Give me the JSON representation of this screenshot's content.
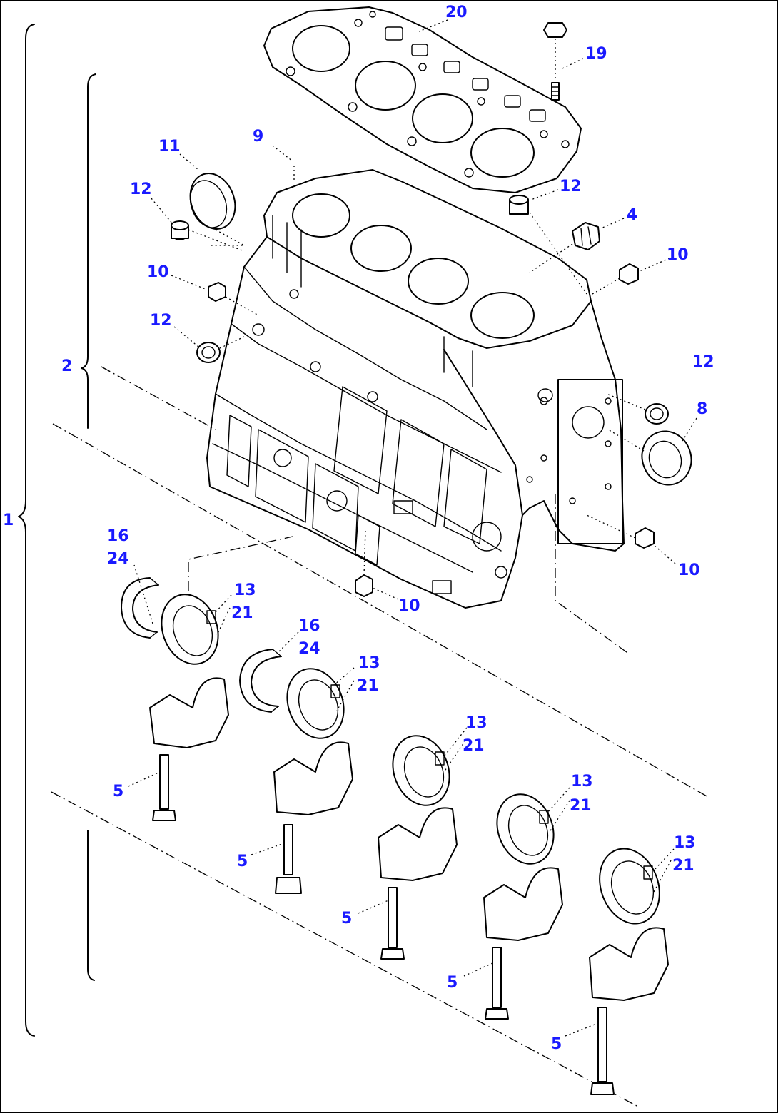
{
  "colors": {
    "callout": "#1a1aff",
    "line": "#000000",
    "background": "#ffffff"
  },
  "callouts": [
    {
      "id": "c20",
      "text": "20"
    },
    {
      "id": "c19",
      "text": "19"
    },
    {
      "id": "c9",
      "text": "9"
    },
    {
      "id": "c11",
      "text": "11"
    },
    {
      "id": "c12a",
      "text": "12"
    },
    {
      "id": "c12b",
      "text": "12"
    },
    {
      "id": "c4",
      "text": "4"
    },
    {
      "id": "c10a",
      "text": "10"
    },
    {
      "id": "c10b",
      "text": "10"
    },
    {
      "id": "c12c",
      "text": "12"
    },
    {
      "id": "c2",
      "text": "2"
    },
    {
      "id": "c12d",
      "text": "12"
    },
    {
      "id": "c8",
      "text": "8"
    },
    {
      "id": "c1",
      "text": "1"
    },
    {
      "id": "c16a",
      "text": "16"
    },
    {
      "id": "c24a",
      "text": "24"
    },
    {
      "id": "c13a",
      "text": "13"
    },
    {
      "id": "c21a",
      "text": "21"
    },
    {
      "id": "c10c",
      "text": "10"
    },
    {
      "id": "c10d",
      "text": "10"
    },
    {
      "id": "c16b",
      "text": "16"
    },
    {
      "id": "c24b",
      "text": "24"
    },
    {
      "id": "c13b",
      "text": "13"
    },
    {
      "id": "c21b",
      "text": "21"
    },
    {
      "id": "c13c",
      "text": "13"
    },
    {
      "id": "c21c",
      "text": "21"
    },
    {
      "id": "c5a",
      "text": "5"
    },
    {
      "id": "c13d",
      "text": "13"
    },
    {
      "id": "c21d",
      "text": "21"
    },
    {
      "id": "c5b",
      "text": "5"
    },
    {
      "id": "c13e",
      "text": "13"
    },
    {
      "id": "c21e",
      "text": "21"
    },
    {
      "id": "c5c",
      "text": "5"
    },
    {
      "id": "c5d",
      "text": "5"
    },
    {
      "id": "c5e",
      "text": "5"
    }
  ]
}
